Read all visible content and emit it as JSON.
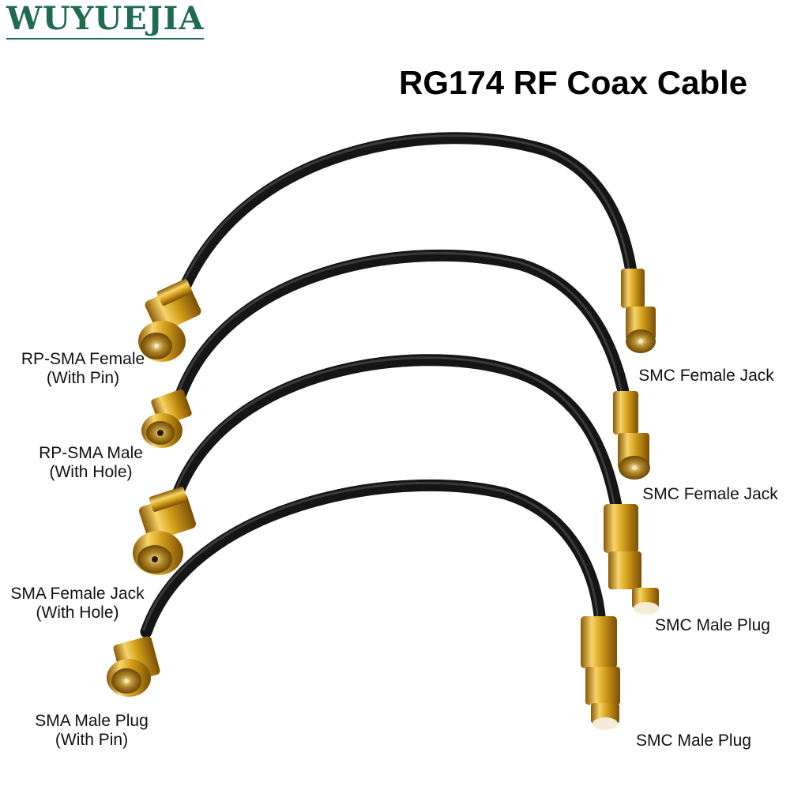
{
  "brand": "WUYUEJIA",
  "headline": "RG174 RF Coax Cable",
  "cables": [
    {
      "left_connector": {
        "name": "RP-SMA Female",
        "note": "(With Pin)"
      },
      "right_connector": {
        "name": "SMC Female Jack"
      }
    },
    {
      "left_connector": {
        "name": "RP-SMA Male",
        "note": "(With Hole)"
      },
      "right_connector": {
        "name": "SMC Female Jack"
      }
    },
    {
      "left_connector": {
        "name": "SMA Female Jack",
        "note": "(With Hole)"
      },
      "right_connector": {
        "name": "SMC Male Plug"
      }
    },
    {
      "left_connector": {
        "name": "SMA Male Plug",
        "note": "(With Pin)"
      },
      "right_connector": {
        "name": "SMC Male Plug"
      }
    }
  ],
  "colors": {
    "brand": "#1e6b4e",
    "cable": "#151515",
    "gold": "#d4a017",
    "background": "#ffffff"
  }
}
